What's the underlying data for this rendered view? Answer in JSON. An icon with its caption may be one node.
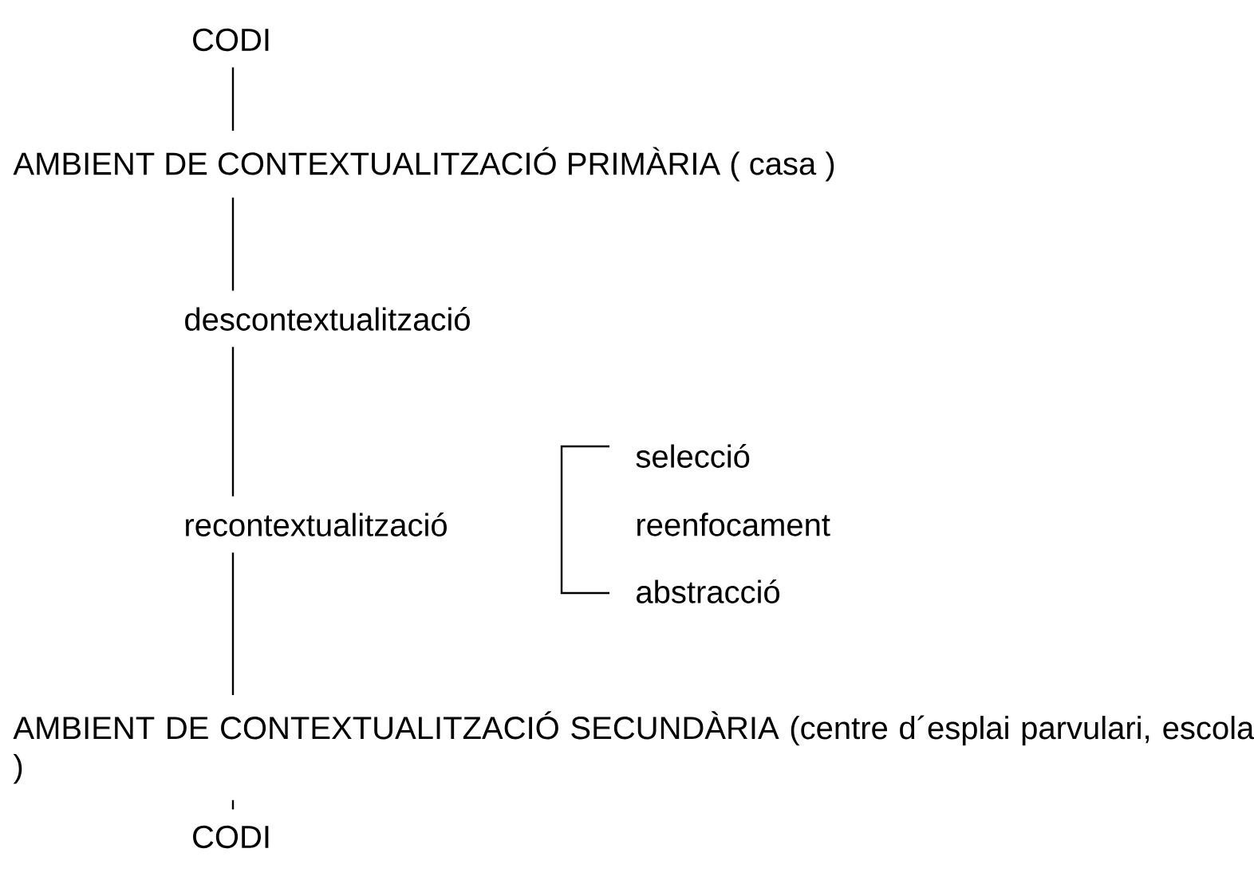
{
  "diagram": {
    "nodes": [
      {
        "text": [
          "CODI"
        ]
      },
      {
        "text": [
          "AMBIENT DE CONTEXTUALITZACIÓ PRIMÀRIA ( casa )"
        ]
      },
      {
        "text": [
          "descontextualització"
        ]
      },
      {
        "text": [
          "recontextualització"
        ]
      },
      {
        "text": [
          "AMBIENT DE CONTEXTUALITZACIÓ SECUNDÀRIA (centre d´esplai parvulari, escola )"
        ]
      },
      {
        "text": [
          "CODI"
        ]
      }
    ],
    "edges": [
      {
        "from": 0,
        "to": 1,
        "arrow": "none"
      },
      {
        "from": 1,
        "to": 2,
        "arrow": "none"
      },
      {
        "from": 2,
        "to": 3,
        "arrow": "none"
      },
      {
        "from": 3,
        "to": 4,
        "arrow": "none"
      },
      {
        "from": 4,
        "to": 5,
        "arrow": "none"
      }
    ],
    "labels": [
      "selecció",
      "reenfocament",
      "abstracció"
    ]
  }
}
